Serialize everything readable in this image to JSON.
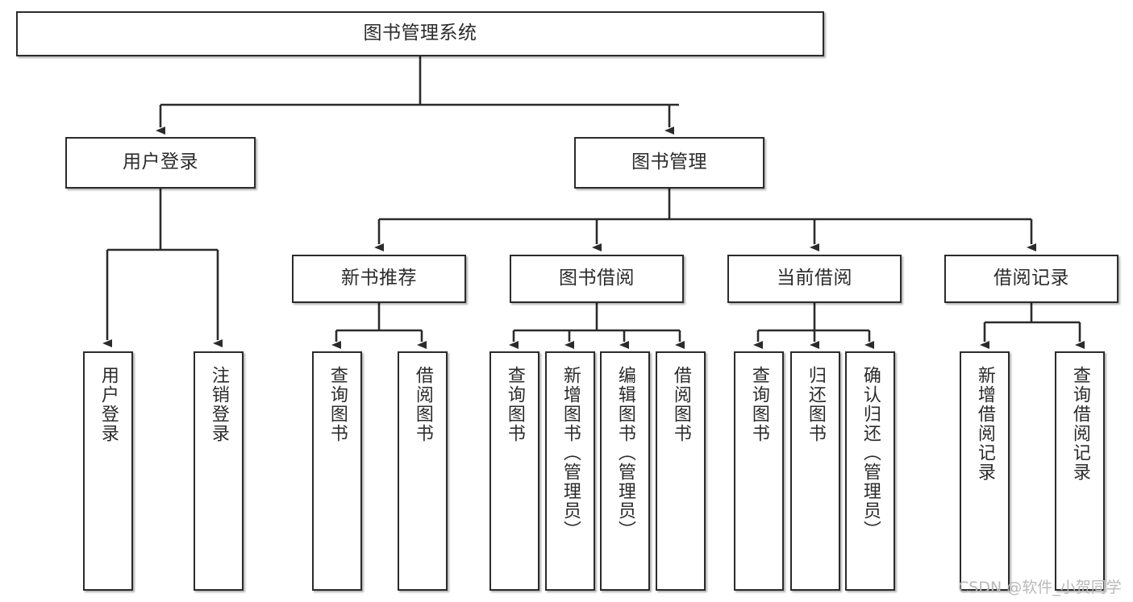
{
  "diagram": {
    "type": "tree-hierarchy",
    "title": "图书管理系统",
    "watermark": "CSDN @软件_小贺同学",
    "colors": {
      "node_border": "#2b2b2b",
      "node_fill": "#ffffff",
      "edge": "#2b2b2b",
      "background": "#ffffff",
      "watermark": "#b9b9b9"
    }
  },
  "nodes": {
    "root": {
      "label": "图书管理系统"
    },
    "level1": [
      {
        "id": "user-login",
        "label": "用户登录"
      },
      {
        "id": "book-manage",
        "label": "图书管理"
      }
    ],
    "level2": [
      {
        "id": "new-book-recommend",
        "label": "新书推荐"
      },
      {
        "id": "book-borrow",
        "label": "图书借阅"
      },
      {
        "id": "current-borrow",
        "label": "当前借阅"
      },
      {
        "id": "borrow-record",
        "label": "借阅记录"
      }
    ],
    "leaves": {
      "user_login": [
        {
          "id": "leaf-user-login",
          "label": "用户登录"
        },
        {
          "id": "leaf-logout-login",
          "label": "注销登录"
        }
      ],
      "new_book_recommend": [
        {
          "id": "leaf-query-book-1",
          "label": "查询图书"
        },
        {
          "id": "leaf-borrow-book-1",
          "label": "借阅图书"
        }
      ],
      "book_borrow": [
        {
          "id": "leaf-query-book-2",
          "label": "查询图书"
        },
        {
          "id": "leaf-add-book",
          "label": "新增图书（管理员）"
        },
        {
          "id": "leaf-edit-book",
          "label": "编辑图书（管理员）"
        },
        {
          "id": "leaf-borrow-book-2",
          "label": "借阅图书"
        }
      ],
      "current_borrow": [
        {
          "id": "leaf-query-book-3",
          "label": "查询图书"
        },
        {
          "id": "leaf-return-book",
          "label": "归还图书"
        },
        {
          "id": "leaf-confirm-return",
          "label": "确认归还（管理员）"
        }
      ],
      "borrow_record": [
        {
          "id": "leaf-add-record",
          "label": "新增借阅记录"
        },
        {
          "id": "leaf-query-record",
          "label": "查询借阅记录"
        }
      ]
    }
  }
}
